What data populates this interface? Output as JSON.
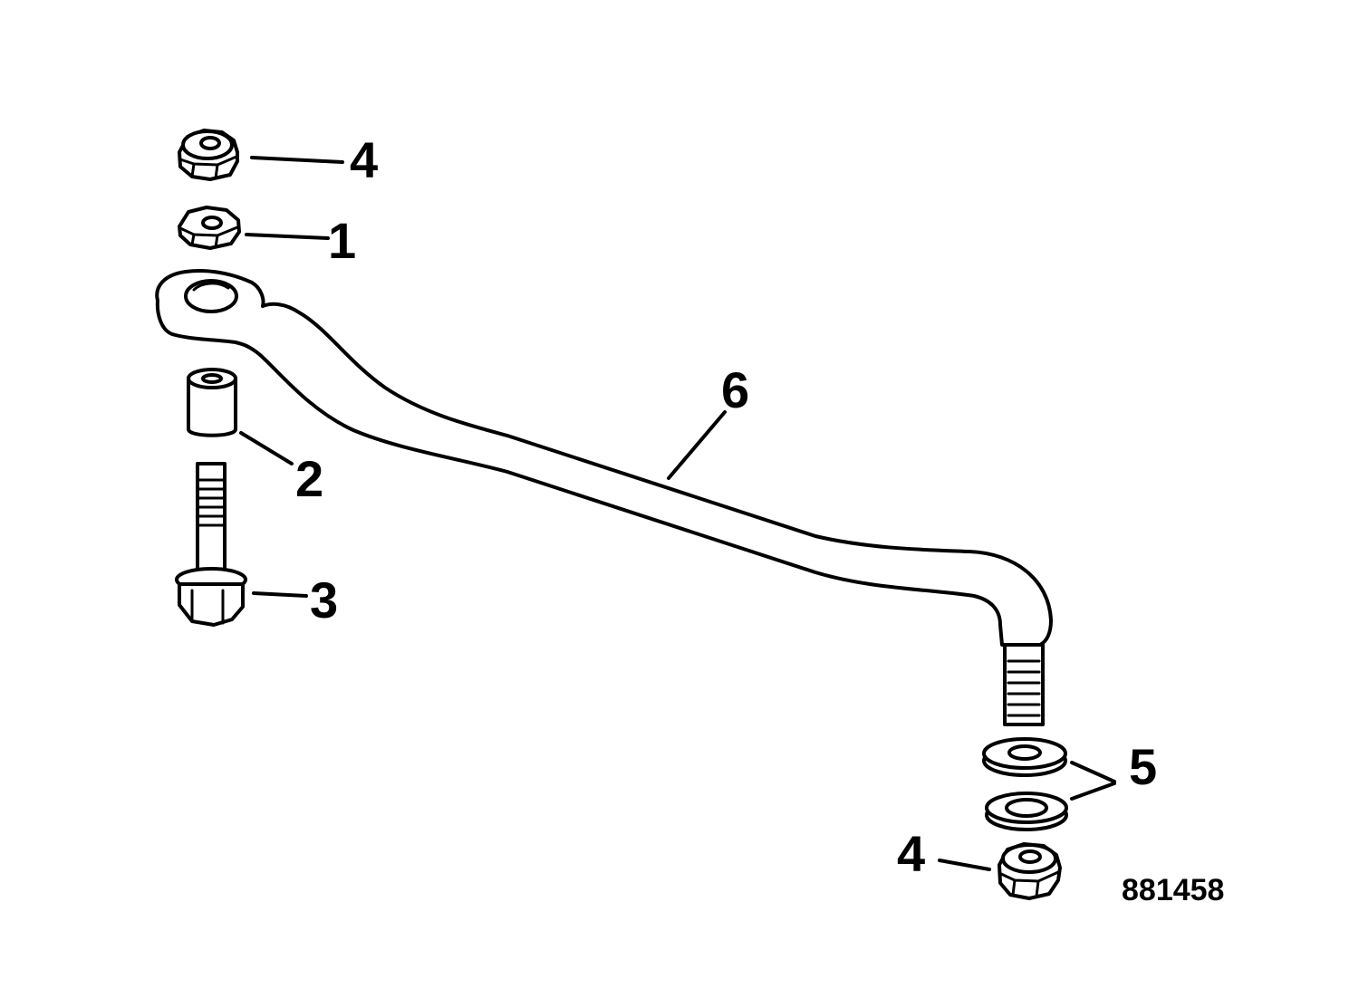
{
  "callouts": {
    "nut_top": "4",
    "hex_nut": "1",
    "spacer": "2",
    "bolt": "3",
    "link_rod": "6",
    "washers": "5",
    "nut_bottom": "4"
  },
  "figure_id": "881458",
  "colors": {
    "ink": "#000000",
    "background": "#ffffff"
  }
}
